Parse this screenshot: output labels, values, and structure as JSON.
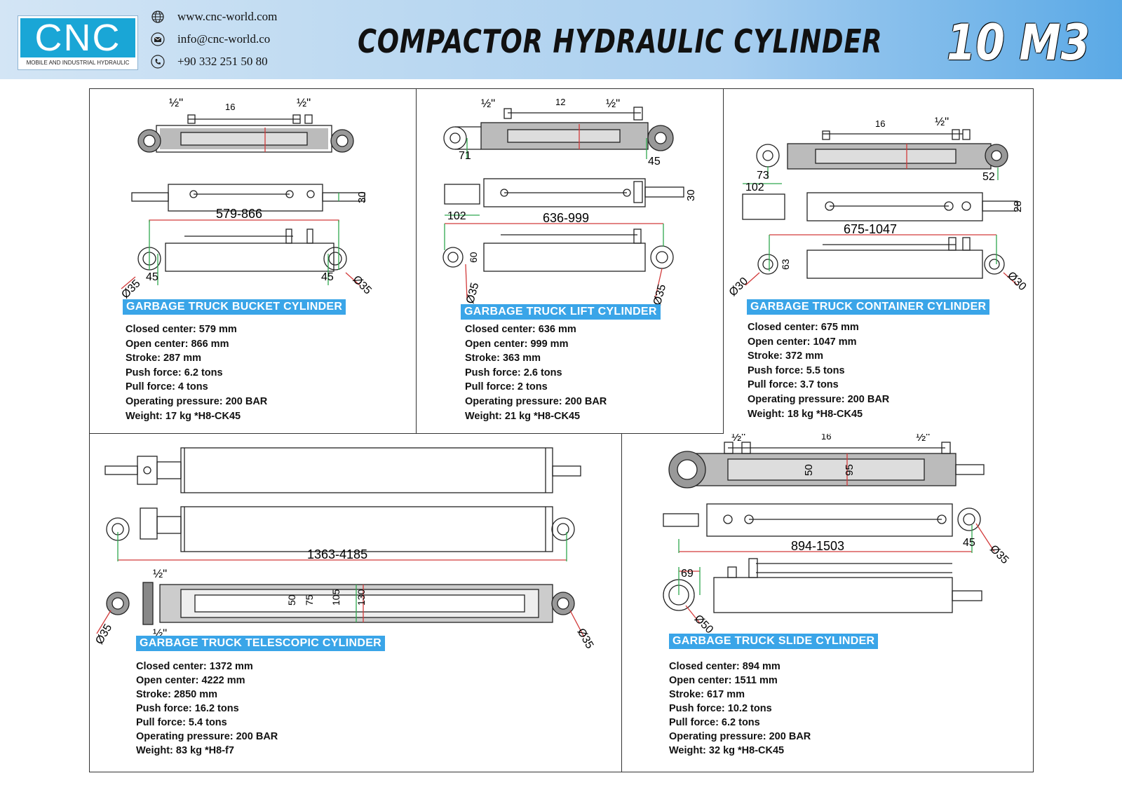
{
  "header": {
    "logo_text": "CNC",
    "logo_subtitle": "MOBILE AND INDUSTRIAL HYDRAULIC",
    "website": "www.cnc-world.com",
    "email": "info@cnc-world.co",
    "phone": "+90 332 251 50 80",
    "title": "COMPACTOR  HYDRAULIC CYLINDER",
    "badge": "10 M3"
  },
  "colors": {
    "header_start": "#d3e5f5",
    "header_end": "#5aa9e6",
    "label_bg": "#3aa5e8",
    "dim_red": "#d23a3a",
    "dim_green": "#2fa84f"
  },
  "panels": [
    {
      "label": "GARBAGE TRUCK BUCKET CYLINDER",
      "dims": {
        "rod_length": "579-866",
        "port_left": "½\"",
        "port_right": "½\"",
        "tube": "16",
        "rod": "30",
        "eye_left": "45",
        "eye_right": "45",
        "pin_left": "Ø35",
        "pin_right": "Ø35"
      },
      "specs": [
        "Closed center: 579 mm",
        "Open center: 866 mm",
        "Stroke: 287 mm",
        "Push force: 6.2 tons",
        "Pull force: 4 tons",
        "Operating pressure: 200 BAR",
        "Weight: 17 kg *H8-CK45"
      ]
    },
    {
      "label": "GARBAGE TRUCK LIFT CYLINDER",
      "dims": {
        "rod_length": "636-999",
        "port_left": "½\"",
        "port_right": "½\"",
        "tube": "12",
        "rod": "30",
        "eye_left": "71",
        "eye_right": "45",
        "clevis": "102",
        "eye_h": "60",
        "pin_left": "Ø35",
        "pin_right": "Ø35"
      },
      "specs": [
        "Closed center: 636 mm",
        "Open center: 999 mm",
        "Stroke: 363 mm",
        "Push force: 2.6 tons",
        "Pull force: 2 tons",
        "Operating pressure: 200 BAR",
        "Weight: 21 kg *H8-CK45"
      ]
    },
    {
      "label": "GARBAGE TRUCK CONTAINER CYLINDER",
      "dims": {
        "rod_length": "675-1047",
        "port_right": "½\"",
        "tube": "16",
        "rod": "28",
        "eye_left": "73",
        "eye_right": "52",
        "clevis": "102",
        "eye_h": "63",
        "pin_left": "Ø30",
        "pin_right": "Ø30"
      },
      "specs": [
        "Closed center: 675 mm",
        "Open center: 1047 mm",
        "Stroke: 372 mm",
        "Push force: 5.5 tons",
        "Pull force: 3.7 tons",
        "Operating pressure: 200 BAR",
        "Weight: 18 kg *H8-CK45"
      ]
    },
    {
      "label": "GARBAGE TRUCK TELESCOPIC CYLINDER",
      "dims": {
        "rod_length": "1363-4185",
        "port_top": "½\"",
        "port_bottom": "½\"",
        "stage1": "50",
        "stage2": "75",
        "stage3": "105",
        "stage4": "130",
        "pin_left": "Ø35",
        "pin_right": "Ø35"
      },
      "specs": [
        "Closed center: 1372 mm",
        "Open center: 4222 mm",
        "Stroke: 2850 mm",
        "Push force: 16.2 tons",
        "Pull force: 5.4 tons",
        "Operating pressure: 200 BAR",
        "Weight: 83 kg *H8-f7"
      ]
    },
    {
      "label": "GARBAGE TRUCK SLIDE CYLINDER",
      "dims": {
        "rod_length": "894-1503",
        "port_left": "½\"",
        "port_right": "½\"",
        "tube": "16",
        "rod": "50",
        "bore": "95",
        "eye_right": "45",
        "eye_left": "69",
        "pin_left": "Ø50",
        "pin_right": "Ø35"
      },
      "specs": [
        "Closed center: 894 mm",
        "Open center: 1511 mm",
        "Stroke: 617 mm",
        "Push force: 10.2 tons",
        "Pull force: 6.2 tons",
        "Operating pressure: 200 BAR",
        "Weight: 32 kg *H8-CK45"
      ]
    }
  ]
}
